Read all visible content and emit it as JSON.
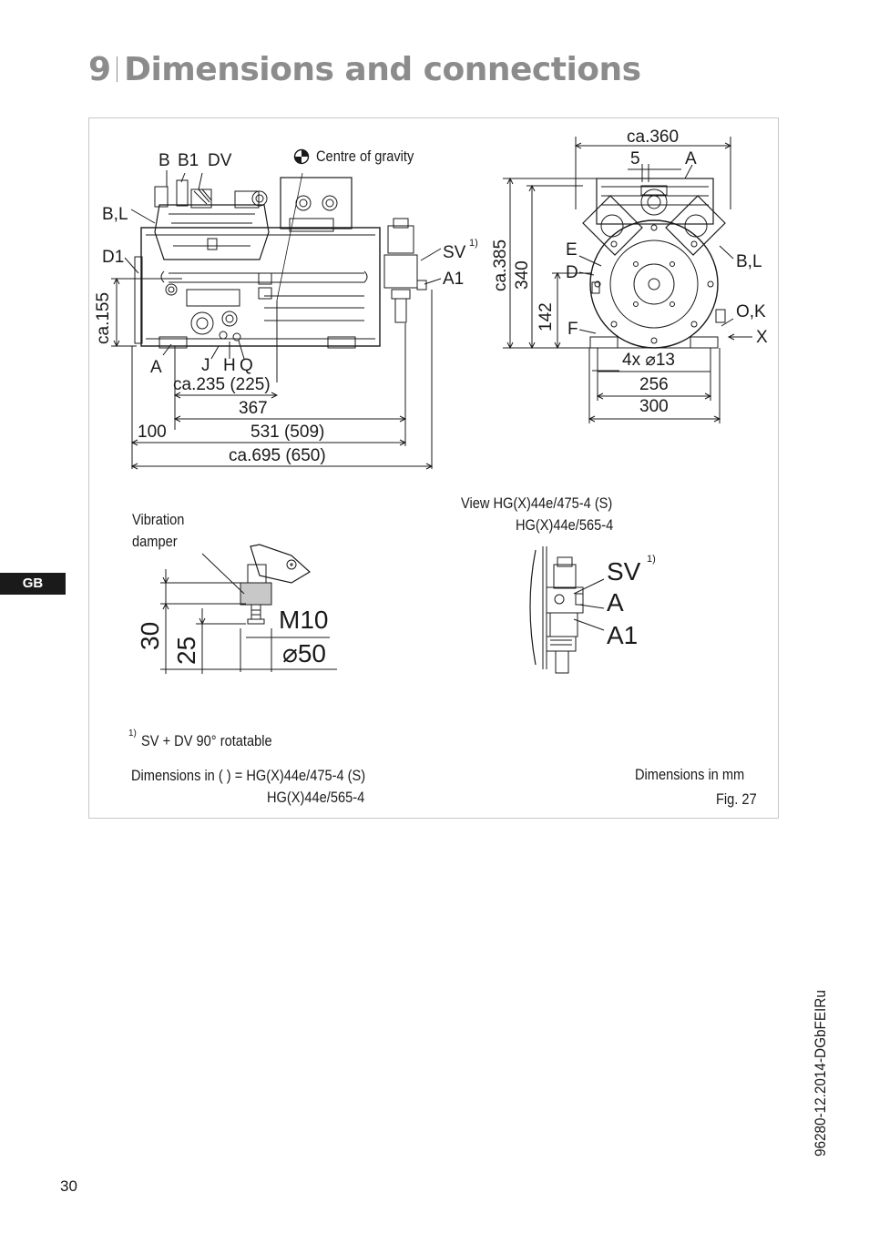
{
  "header": {
    "number": "9",
    "title": "Dimensions and connections"
  },
  "language_tab": "GB",
  "side_view_labels": {
    "b": "B",
    "b1": "B1",
    "dv": "DV",
    "bl": "B,L",
    "d1": "D1",
    "sv": "SV",
    "sv_note": "1)",
    "a1": "A1",
    "a": "A",
    "j": "J",
    "h": "H",
    "q": "Q",
    "cog": "Centre of gravity"
  },
  "side_view_dims": {
    "d155": "ca.155",
    "d235": "ca.235 (225)",
    "d367": "367",
    "d100": "100",
    "d531": "531 (509)",
    "d695": "ca.695 (650)"
  },
  "end_view_labels": {
    "e": "E",
    "d": "D",
    "f": "F",
    "a": "A",
    "bl": "B,L",
    "ok": "O,K",
    "x": "X"
  },
  "end_view_dims": {
    "d360": "ca.360",
    "d5": "5",
    "d385": "ca.385",
    "d340": "340",
    "d142": "142",
    "holes_prefix": "4x",
    "holes_dia": "13",
    "d256": "256",
    "d300": "300"
  },
  "damper": {
    "label_line1": "Vibration",
    "label_line2": "damper",
    "d30": "30",
    "d25": "25",
    "thread": "M10",
    "dia": "50"
  },
  "valve_view": {
    "title_line1": "View HG(X)44e/475-4 (S)",
    "title_line2": "HG(X)44e/565-4",
    "sv": "SV",
    "sv_note": "1)",
    "a": "A",
    "a1": "A1"
  },
  "footnotes": {
    "note_mark": "1)",
    "note_text": "SV + DV 90° rotatable",
    "dims_line1": "Dimensions in ( ) = HG(X)44e/475-4 (S)",
    "dims_line2": "HG(X)44e/565-4",
    "units": "Dimensions in mm",
    "fig": "Fig. 27"
  },
  "doc_code": "96280-12.2014-DGbFEIRu",
  "page_number": "30"
}
